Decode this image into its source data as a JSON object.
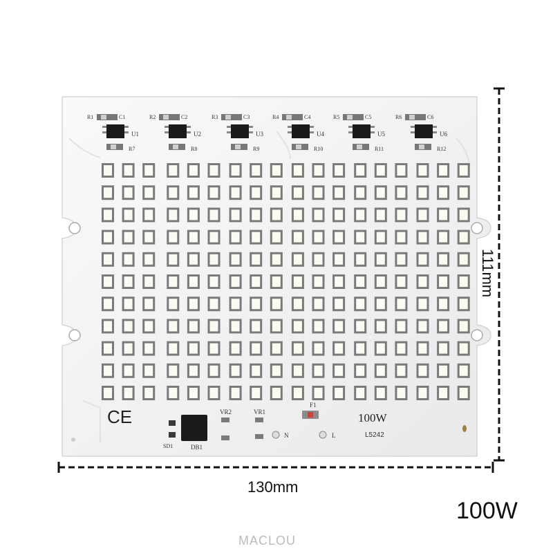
{
  "board": {
    "wattage_text": "100W",
    "model_text": "L5242",
    "ce_mark": "CE",
    "chip_labels": [
      "U1",
      "U2",
      "U3",
      "U4",
      "U5",
      "U6"
    ],
    "resistor_top_labels": [
      "R1",
      "R2",
      "R3",
      "R4",
      "R5",
      "R6"
    ],
    "cap_labels": [
      "C1",
      "C2",
      "C3",
      "C4",
      "C5",
      "C6"
    ],
    "resistor_bottom_labels": [
      "R7",
      "R8",
      "R9",
      "R10",
      "R11",
      "R12"
    ],
    "vr_labels": [
      "VR2",
      "VR1"
    ],
    "fuse_label": "F1",
    "bridge_label": "DB1",
    "sd_label": "SD1",
    "neutral_label": "N",
    "live_label": "L",
    "led_rows": 11,
    "led_cols": 18
  },
  "dimensions": {
    "width": "130mm",
    "height": "111mm"
  },
  "watt_label": "100W",
  "watermark": "MACLOU",
  "colors": {
    "board": "#f4f4f4",
    "led": "#fbfbf3",
    "led_pad": "#7a7a7a",
    "chip": "#1a1a1a"
  }
}
